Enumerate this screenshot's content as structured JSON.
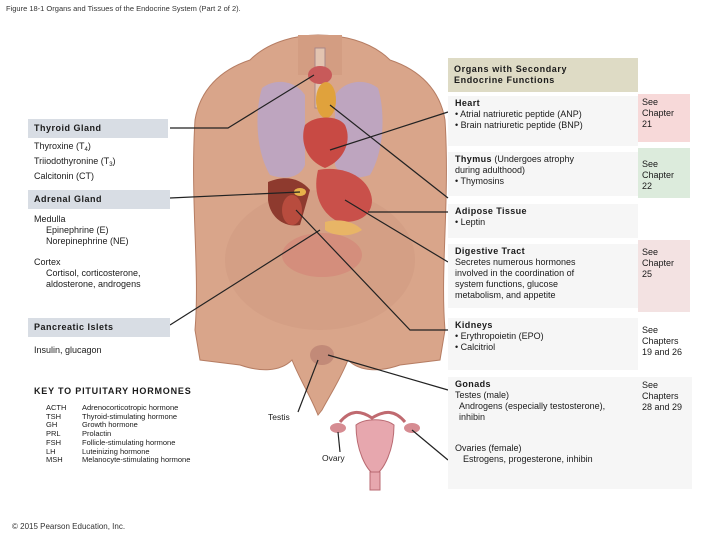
{
  "figure_title": "Figure 18-1 Organs and Tissues of the Endocrine System (Part 2 of 2).",
  "copyright": "© 2015 Pearson Education, Inc.",
  "colors": {
    "header_gray": "#d8dde4",
    "header_tan": "#dedbc5",
    "chapter_pink": "#f7d9d9",
    "chapter_green": "#dcebdc",
    "chapter_rose": "#f3e2e2",
    "panel_bg": "#f6f6f6"
  },
  "left": {
    "thyroid": {
      "title": "Thyroid Gland",
      "hormones": [
        {
          "text": "Thyroxine (T",
          "sub": "4",
          "end": ")"
        },
        {
          "text": "Triiodothyronine (T",
          "sub": "3",
          "end": ")"
        },
        {
          "text": "Calcitonin (CT)",
          "sub": "",
          "end": ""
        }
      ]
    },
    "adrenal": {
      "title": "Adrenal Gland",
      "medulla_label": "Medulla",
      "medulla_items": [
        "Epinephrine (E)",
        "Norepinephrine (NE)"
      ],
      "cortex_label": "Cortex",
      "cortex_items": [
        "Cortisol, corticosterone,",
        "aldosterone, androgens"
      ]
    },
    "pancreas": {
      "title": "Pancreatic Islets",
      "body": "Insulin, glucagon"
    }
  },
  "key": {
    "title": "KEY TO PITUITARY HORMONES",
    "rows": [
      {
        "abbr": "ACTH",
        "name": "Adrenocorticotropic hormone"
      },
      {
        "abbr": "TSH",
        "name": "Thyroid-stimulating hormone"
      },
      {
        "abbr": "GH",
        "name": "Growth hormone"
      },
      {
        "abbr": "PRL",
        "name": "Prolactin"
      },
      {
        "abbr": "FSH",
        "name": "Follicle-stimulating hormone"
      },
      {
        "abbr": "LH",
        "name": "Luteinizing hormone"
      },
      {
        "abbr": "MSH",
        "name": "Melanocyte-stimulating hormone"
      }
    ]
  },
  "labels": {
    "testis": "Testis",
    "ovary": "Ovary"
  },
  "right": {
    "panel_title_1": "Organs with Secondary",
    "panel_title_2": "Endocrine Functions",
    "heart": {
      "title": "Heart",
      "lines": [
        "• Atrial natriuretic peptide (ANP)",
        "• Brain natriuretic peptide (BNP)"
      ]
    },
    "thymus": {
      "title": "Thymus",
      "title_rest": " (Undergoes atrophy",
      "lines": [
        "during adulthood)",
        "• Thymosins"
      ]
    },
    "adipose": {
      "title": "Adipose Tissue",
      "lines": [
        "• Leptin"
      ]
    },
    "digestive": {
      "title": "Digestive Tract",
      "lines": [
        "Secretes numerous hormones",
        "involved in the coordination of",
        "system functions, glucose",
        "metabolism, and appetite"
      ]
    },
    "kidneys": {
      "title": "Kidneys",
      "lines": [
        "• Erythropoietin (EPO)",
        "• Calcitriol"
      ]
    },
    "gonads": {
      "title": "Gonads",
      "lines": [
        "Testes (male)",
        "Androgens (especially testosterone),",
        "inhibin"
      ],
      "ovaries": "Ovaries (female)",
      "ovaries_line": "Estrogens, progesterone, inhibin"
    }
  },
  "chapters": {
    "heart": [
      "See",
      "Chapter",
      "21"
    ],
    "thymus": [
      "See",
      "Chapter",
      "22"
    ],
    "digestive": [
      "See",
      "Chapter",
      "25"
    ],
    "kidneys": [
      "See",
      "Chapters",
      "19 and 26"
    ],
    "gonads": [
      "See",
      "Chapters",
      "28 and 29"
    ]
  }
}
